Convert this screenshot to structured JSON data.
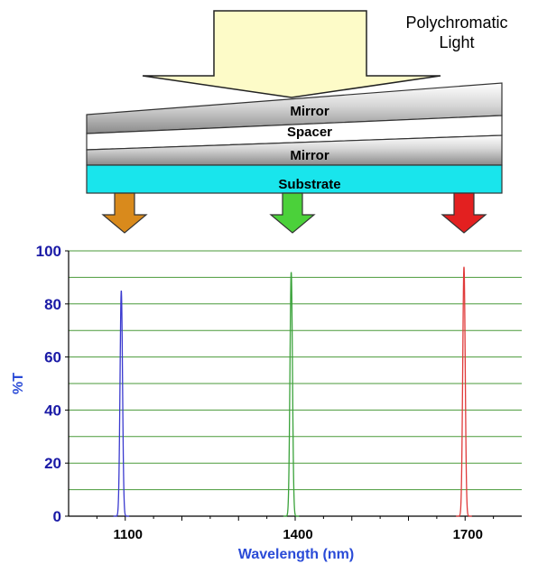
{
  "caption": {
    "line1": "Polychromatic",
    "line2": "Light"
  },
  "layers": {
    "mirror_top": "Mirror",
    "spacer": "Spacer",
    "mirror_bottom": "Mirror",
    "substrate": "Substrate"
  },
  "colors": {
    "light_arrow": "#fdfbc8",
    "substrate": "#19e5ec",
    "arrow_left": "#d98a1c",
    "arrow_middle": "#4bd13a",
    "arrow_right": "#e32020",
    "gridline": "#4a9a3a",
    "axis_text": "#1a1aa6",
    "axis_title": "#2a4bd7"
  },
  "chart_data": {
    "type": "line",
    "xlabel": "Wavelength (nm)",
    "ylabel": "%T",
    "xlim": [
      1000,
      1800
    ],
    "ylim": [
      0,
      100
    ],
    "xticks": [
      "1100",
      "1400",
      "1700"
    ],
    "yticks": [
      "0",
      "20",
      "40",
      "60",
      "80",
      "100"
    ],
    "grid": true,
    "series": [
      {
        "center": 1093,
        "peak": 85,
        "color": "#3a3acf"
      },
      {
        "center": 1393,
        "peak": 92,
        "color": "#3aa23a"
      },
      {
        "center": 1698,
        "peak": 94,
        "color": "#e03a3a"
      }
    ]
  }
}
